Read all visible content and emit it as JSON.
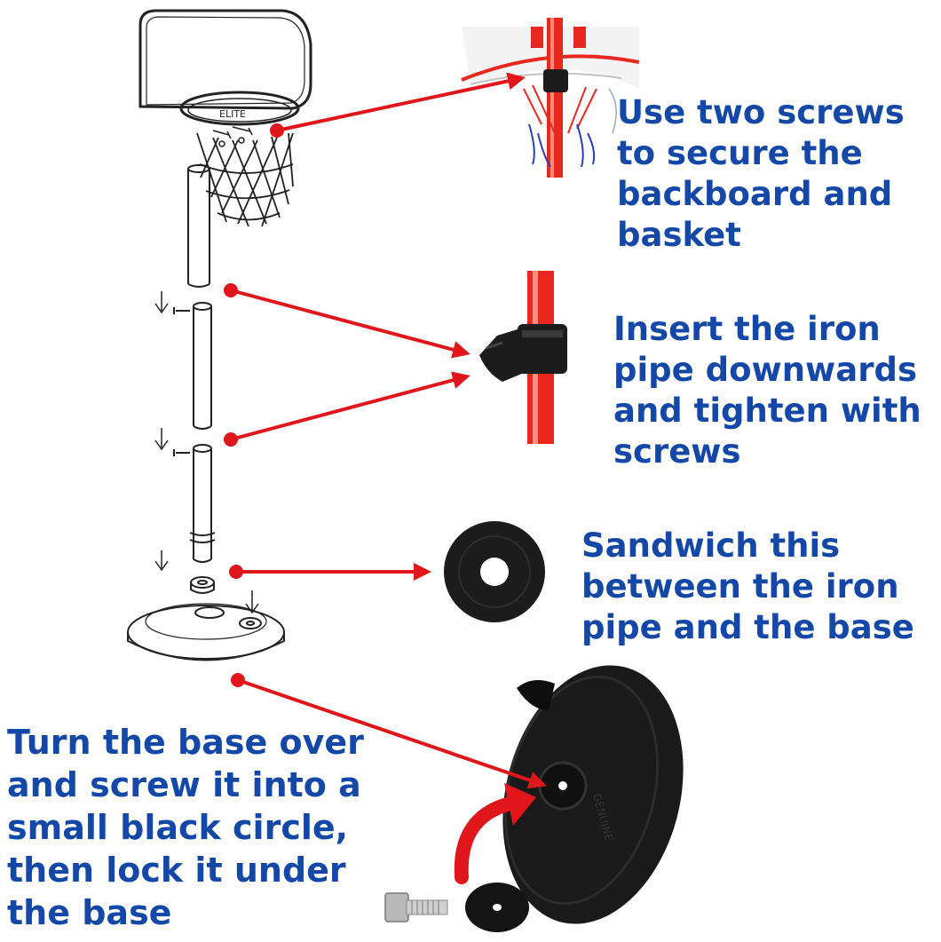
{
  "captions": {
    "backboard": [
      "Use two screws",
      "to secure the",
      "backboard and",
      "basket"
    ],
    "pipe": [
      "Insert the iron",
      "pipe downwards",
      "and tighten with",
      "screws"
    ],
    "washer": [
      "Sandwich this",
      "between the iron",
      "pipe and the base"
    ],
    "base": [
      "Turn the base over",
      "and screw it into a",
      "small black circle,",
      "then lock it under",
      "the base"
    ]
  },
  "backboard_logo": "ELITE",
  "base_imprint": "GENUINE",
  "colors": {
    "caption_text": "#1448a8",
    "callout_arrow": "#e0161b",
    "pole_red": "#e8281e",
    "part_black": "#1c1c1c"
  }
}
